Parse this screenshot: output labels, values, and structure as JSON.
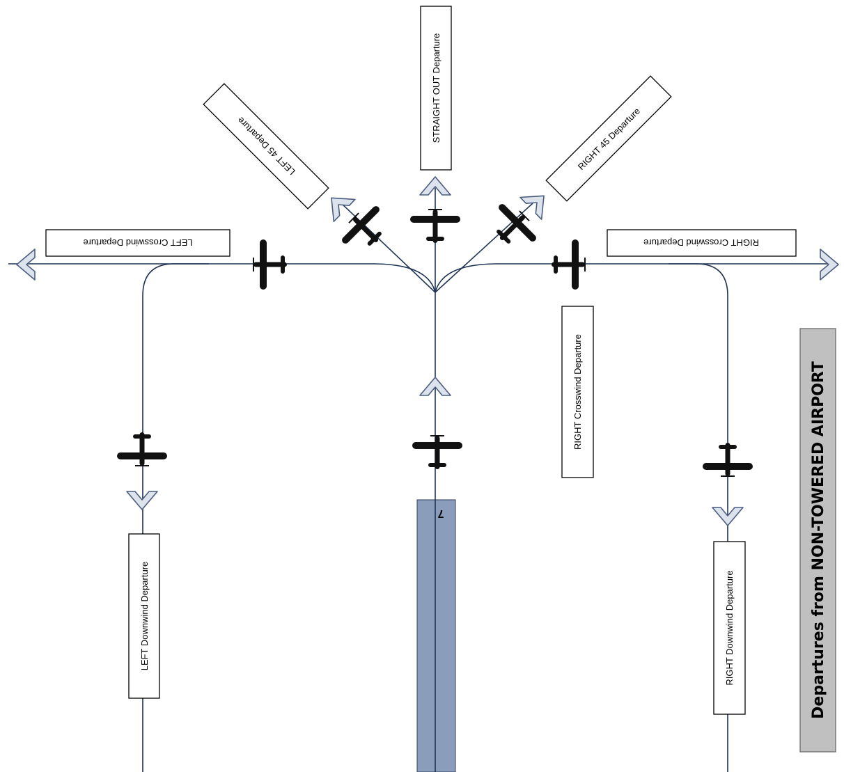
{
  "title": "Departures from NON-TOWERED AIRPORT",
  "runway": {
    "number": "7",
    "color": "#8a9dbb"
  },
  "colors": {
    "path": "#1f3354",
    "arrow_fill": "#dde3ec",
    "arrow_stroke": "#4a5d7e",
    "title_bg": "#c0c0c0"
  },
  "departures": {
    "straight_out": "STRAIGHT OUT Departure",
    "left_45": "LEFT 45 Departure",
    "right_45": "RIGHT 45 Departure",
    "left_crosswind": "LEFT Crosswind Departure",
    "right_crosswind_top": "RIGHT Crosswind Departure",
    "right_crosswind": "RIGHT Crosswind Departure",
    "left_downwind": "LEFT Downwind Departure",
    "right_downwind": "RIGHT Downwind Departure"
  }
}
